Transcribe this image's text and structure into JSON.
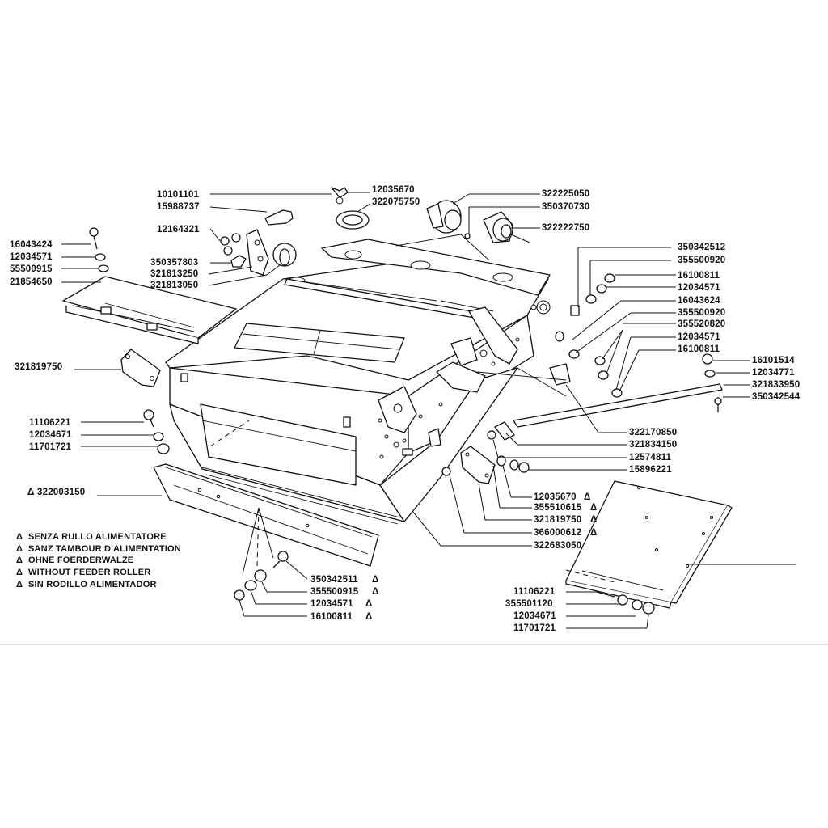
{
  "labels": {
    "p10101101": "10101101",
    "p15988737": "15988737",
    "p12035670_top": "12035670",
    "p322075750": "322075750",
    "p322225050": "322225050",
    "p350370730": "350370730",
    "p322222750": "322222750",
    "p12164321": "12164321",
    "p350357803": "350357803",
    "p321813250": "321813250",
    "p321813050": "321813050",
    "p16043424": "16043424",
    "p12034571_l": "12034571",
    "p55500915": "55500915",
    "p21854650": "21854650",
    "p321819750_l": "321819750",
    "p11106221_l": "11106221",
    "p12034671_l": "12034671",
    "p11701721_l": "11701721",
    "p322003150": "322003150",
    "p350342512": "350342512",
    "p355500920_a": "355500920",
    "p16100811_a": "16100811",
    "p12034571_r1": "12034571",
    "p16043624": "16043624",
    "p355500920_b": "355500920",
    "p355520820": "355520820",
    "p12034571_r2": "12034571",
    "p16100811_b": "16100811",
    "p16101514": "16101514",
    "p12034771": "12034771",
    "p321833950": "321833950",
    "p350342544": "350342544",
    "p322170850": "322170850",
    "p321834150": "321834150",
    "p12574811": "12574811",
    "p15896221": "15896221",
    "p12035670_m": "12035670",
    "p355510615": "355510615",
    "p321819750_m": "321819750",
    "p366000612": "366000612",
    "p322683050": "322683050",
    "p350342511": "350342511",
    "p355500915": "355500915",
    "p12034571_b": "12034571",
    "p16100811_c": "16100811",
    "p11106221_r": "11106221",
    "p355501120": "355501120",
    "p12034671_r": "12034671",
    "p11701721_r": "11701721"
  },
  "markers": {
    "triangle": "Δ"
  },
  "legend": [
    "SENZA RULLO ALIMENTATORE",
    "SANZ TAMBOUR D'ALIMENTATION",
    "OHNE FOERDERWALZE",
    "WITHOUT FEEDER ROLLER",
    "SIN RODILLO ALIMENTADOR"
  ],
  "colors": {
    "ink": "#111111",
    "paper": "#ffffff"
  }
}
